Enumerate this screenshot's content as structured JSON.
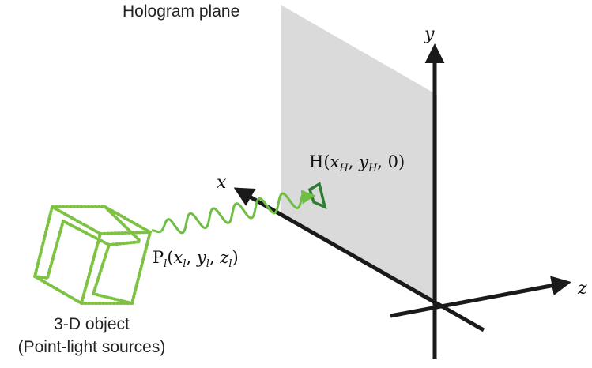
{
  "labels": {
    "hologram_plane": "Hologram plane",
    "object_line1": "3-D object",
    "object_line2": "(Point-light sources)"
  },
  "axes": {
    "x": "x",
    "y": "y",
    "z": "z"
  },
  "points": {
    "hologram_point": {
      "name": "H",
      "coords": [
        "x",
        "H",
        "y",
        "H",
        "0"
      ]
    },
    "object_point": {
      "name": "P",
      "sub": "l",
      "coords": [
        "x",
        "l",
        "y",
        "l",
        "z",
        "l"
      ]
    }
  },
  "colors": {
    "plane_fill": "#dadada",
    "axis": "#1a1a1a",
    "object_dots": "#7dc242",
    "wave": "#6fbe44",
    "hologram_pixel": "#2e7d32"
  }
}
